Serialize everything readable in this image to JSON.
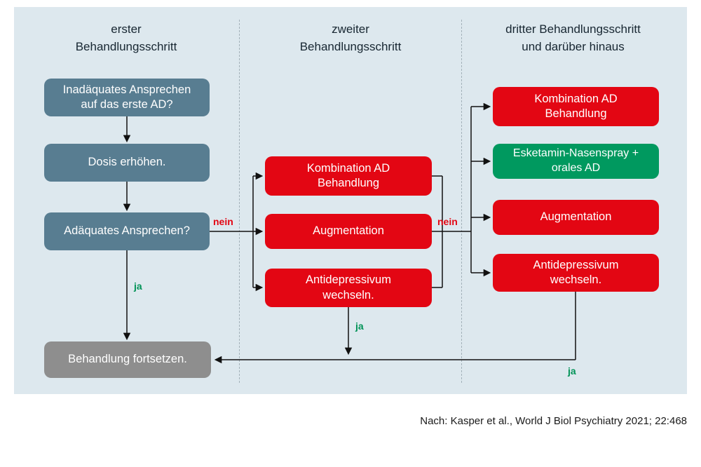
{
  "header": {
    "columns": [
      {
        "label": "erster\nBehandlungsschritt"
      },
      {
        "label": "zweiter\nBehandlungsschritt"
      },
      {
        "label": "dritter Behandlungsschritt\nund darüber hinaus"
      }
    ]
  },
  "col1": {
    "box_inadequate": "Inadäquates Ansprechen\nauf das erste AD?",
    "box_dose": "Dosis erhöhen.",
    "box_adequate": "Adäquates Ansprechen?",
    "box_continue": "Behandlung fortsetzen."
  },
  "col2": {
    "box_combination": "Kombination AD\nBehandlung",
    "box_augmentation": "Augmentation",
    "box_switch": "Antidepressivum\nwechseln."
  },
  "col3": {
    "box_combination": "Kombination AD\nBehandlung",
    "box_esketamine": "Esketamin-Nasenspray +\norales AD",
    "box_augmentation": "Augmentation",
    "box_switch": "Antidepressivum\nwechseln."
  },
  "labels": {
    "nein1": "nein",
    "nein2": "nein",
    "ja1": "ja",
    "ja2": "ja",
    "ja3": "ja"
  },
  "citation": "Nach: Kasper et al., World J Biol Psychiatry 2021; 22:468",
  "colors": {
    "panel_background": "#dde8ee",
    "slate_box": "#587d91",
    "red_box": "#e30613",
    "green_box": "#00995f",
    "gray_box": "#8e8e8e",
    "nein_label": "#e30613",
    "ja_label": "#009357",
    "line": "#111111"
  }
}
